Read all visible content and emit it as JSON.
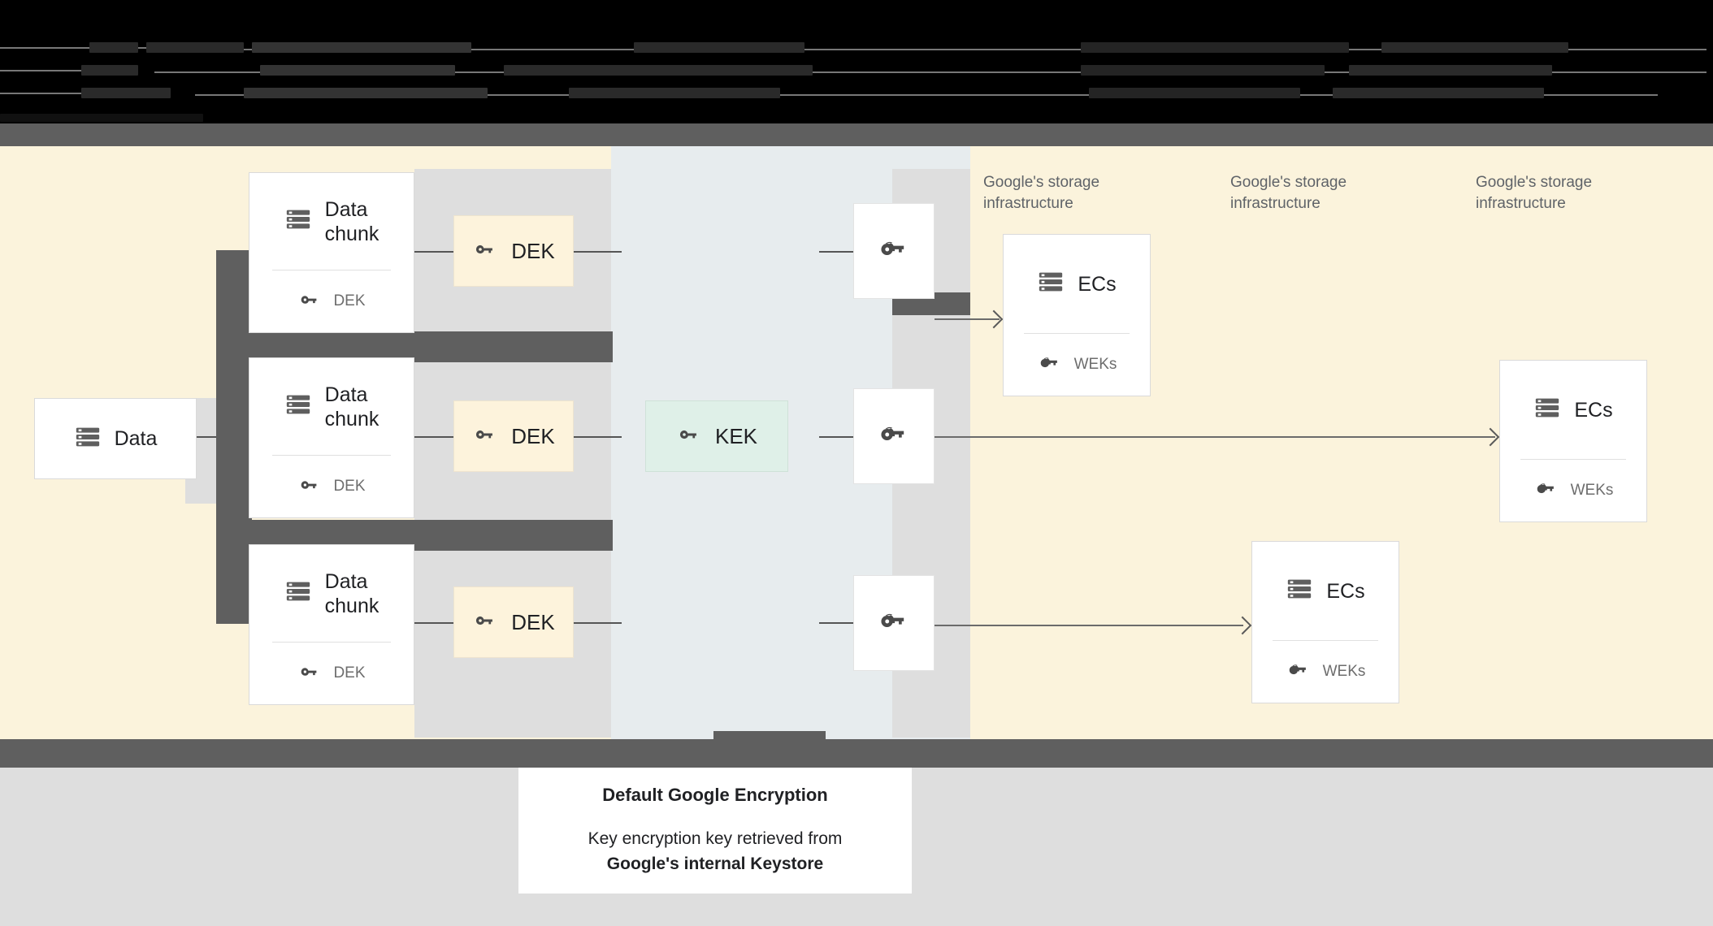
{
  "header": {
    "obscured": true,
    "note": "redacted text lines"
  },
  "diagram": {
    "source": {
      "label": "Data",
      "icon": "storage-icon"
    },
    "chunks": [
      {
        "title": "Data\nchunk",
        "key_label": "DEK",
        "icon": "storage-icon",
        "key_icon": "key-icon"
      },
      {
        "title": "Data\nchunk",
        "key_label": "DEK",
        "icon": "storage-icon",
        "key_icon": "key-icon"
      },
      {
        "title": "Data\nchunk",
        "key_label": "DEK",
        "icon": "storage-icon",
        "key_icon": "key-icon"
      }
    ],
    "deks": [
      {
        "label": "DEK",
        "icon": "key-icon",
        "color": "#fdf3dc"
      },
      {
        "label": "DEK",
        "icon": "key-icon",
        "color": "#fdf3dc"
      },
      {
        "label": "DEK",
        "icon": "key-icon",
        "color": "#fdf3dc"
      }
    ],
    "kek": {
      "label": "KEK",
      "icon": "key-icon",
      "color": "#dff0e8"
    },
    "wrapped_keys": [
      {
        "icon": "wrapped-key-icon"
      },
      {
        "icon": "wrapped-key-icon"
      },
      {
        "icon": "wrapped-key-icon"
      }
    ],
    "storage_labels": [
      "Google's storage\ninfrastructure",
      "Google's storage\ninfrastructure",
      "Google's storage\ninfrastructure"
    ],
    "ec_cards": [
      {
        "title": "ECs",
        "key_label": "WEKs",
        "icon": "storage-icon",
        "key_icon": "wrapped-key-icon"
      },
      {
        "title": "ECs",
        "key_label": "WEKs",
        "icon": "storage-icon",
        "key_icon": "wrapped-key-icon"
      },
      {
        "title": "ECs",
        "key_label": "WEKs",
        "icon": "storage-icon",
        "key_icon": "wrapped-key-icon"
      }
    ]
  },
  "caption": {
    "title": "Default Google Encryption",
    "line1": "Key encryption key retrieved from",
    "line2": "Google's internal Keystore"
  },
  "colors": {
    "canvas_cream": "#fbf3dc",
    "band_kek": "#e7ecee",
    "column_gray": "#dedede",
    "occlusion": "#5f5f5f",
    "dek_fill": "#fdf3dc",
    "kek_fill": "#dff0e8",
    "footer_gray": "#dedede",
    "text_dark": "#202124",
    "text_muted": "#5f6368"
  }
}
